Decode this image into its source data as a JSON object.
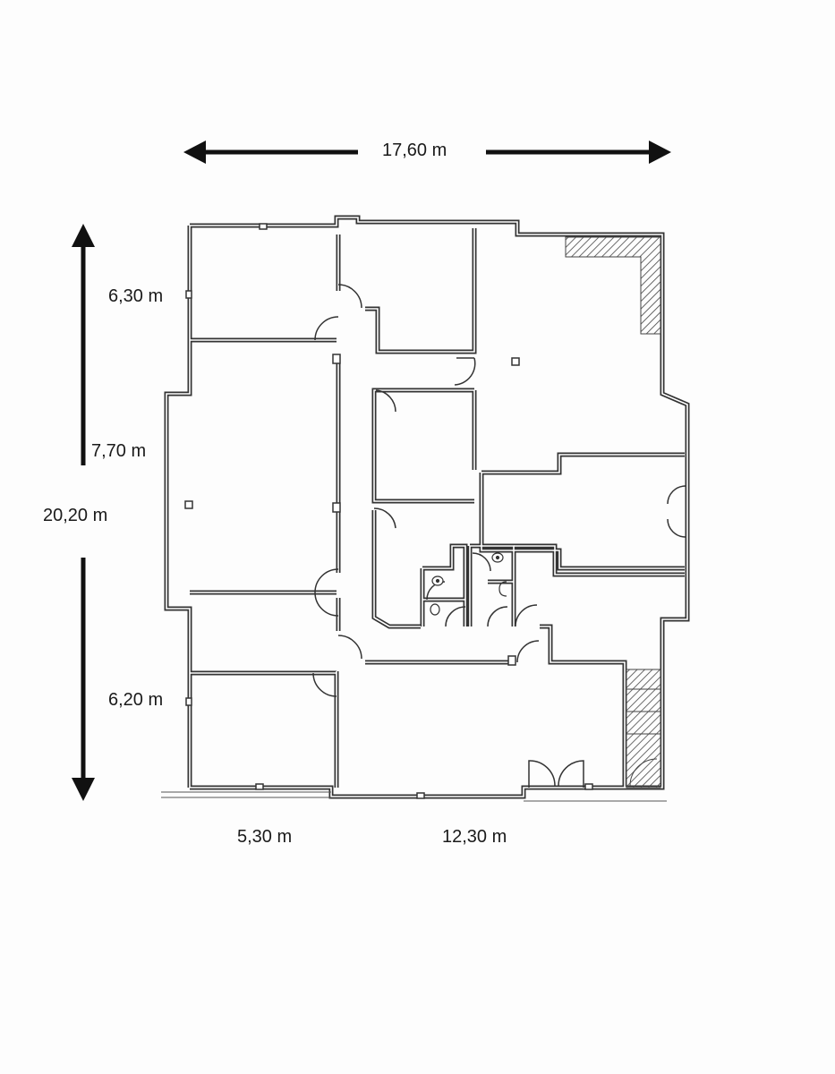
{
  "title": "Floor plan",
  "dimensions": {
    "width_total": "17,60 m",
    "height_total": "20,20 m",
    "left_top": "6,30 m",
    "left_middle": "7,70 m",
    "left_bottom": "6,20 m",
    "bottom_left": "5,30 m",
    "bottom_right": "12,30 m"
  },
  "colors": {
    "background": "#fdfdfd",
    "wall": "#333333",
    "arrow": "#111111",
    "hatch": "#444444"
  },
  "rooms": [
    {
      "id": "room-nw-office",
      "kind": "office"
    },
    {
      "id": "room-north-office",
      "kind": "office"
    },
    {
      "id": "room-ne-open-space",
      "kind": "open-space",
      "has_hatched_counter": true
    },
    {
      "id": "room-west-large-office",
      "kind": "office"
    },
    {
      "id": "room-center-office",
      "kind": "office"
    },
    {
      "id": "room-east-meeting",
      "kind": "meeting"
    },
    {
      "id": "room-center-kitchen",
      "kind": "utility"
    },
    {
      "id": "room-wc-block",
      "kind": "restrooms",
      "fixtures": [
        "toilet",
        "toilet",
        "sink",
        "urinal"
      ]
    },
    {
      "id": "room-east-office",
      "kind": "office"
    },
    {
      "id": "room-sw-office-1",
      "kind": "office"
    },
    {
      "id": "room-sw-office-2",
      "kind": "office"
    },
    {
      "id": "room-south-reception",
      "kind": "reception",
      "has_double_door_entrance": true
    },
    {
      "id": "room-stairwell",
      "kind": "stairs"
    },
    {
      "id": "corridor-central",
      "kind": "corridor"
    }
  ]
}
